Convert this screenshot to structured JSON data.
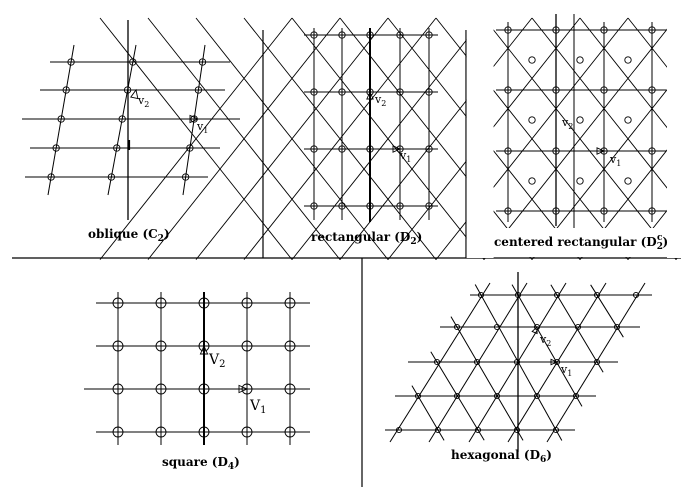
{
  "panels": {
    "oblique": {
      "caption": "oblique (C",
      "caption_sub": "2",
      "caption_end": ")",
      "v1": "v",
      "v1_sub": "1",
      "v2": "v",
      "v2_sub": "2"
    },
    "rectangular": {
      "caption": "rectangular (D",
      "caption_sub": "2",
      "caption_end": ")",
      "v1": "v",
      "v1_sub": "1",
      "v2": "v",
      "v2_sub": "2"
    },
    "centered": {
      "caption": "centered rectangular (D",
      "caption_sub": "2",
      "caption_sup": "c",
      "caption_end": ")",
      "v1": "v",
      "v1_sub": "1",
      "v2": "v",
      "v2_sub": "2"
    },
    "square": {
      "caption": "square (D",
      "caption_sub": "4",
      "caption_end": ")",
      "v1": "V",
      "v1_sub": "1",
      "v2": "V",
      "v2_sub": "2"
    },
    "hexagonal": {
      "caption": "hexagonal (D",
      "caption_sub": "6",
      "caption_end": ")",
      "v1": "v",
      "v1_sub": "1",
      "v2": "v",
      "v2_sub": "2"
    }
  }
}
